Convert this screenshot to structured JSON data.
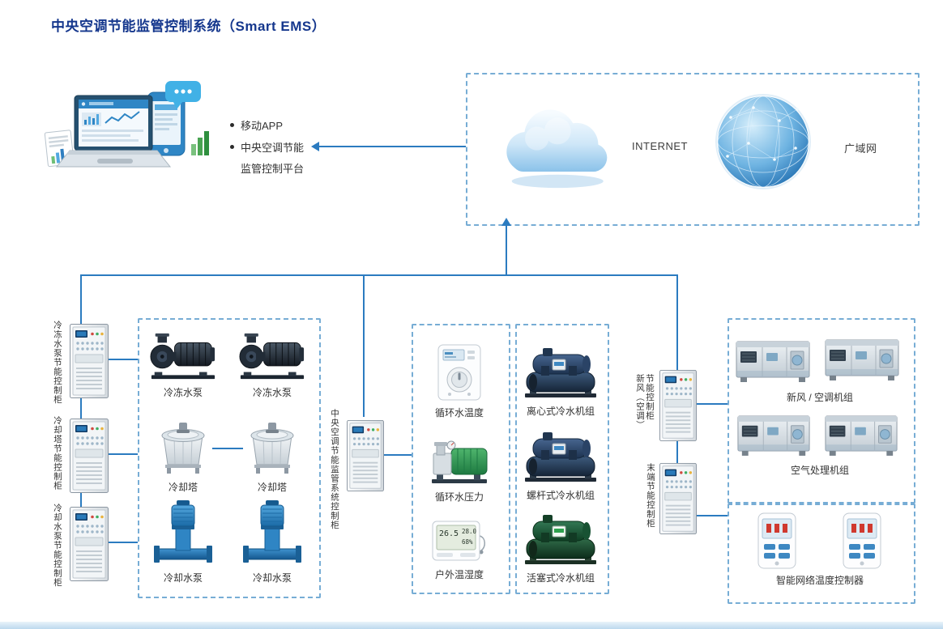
{
  "page": {
    "title": "中央空调节能监管控制系统（Smart EMS）"
  },
  "colors": {
    "line": "#2b7bc0",
    "title": "#15378d",
    "dashed_border": "#77add5"
  },
  "platform": {
    "bullet_1": "移动APP",
    "bullet_2": "中央空调节能监管控制平台"
  },
  "network": {
    "internet": "INTERNET",
    "wan": "广域网"
  },
  "cabinets": {
    "left_1": "冷冻水泵节能控制柜",
    "left_2": "冷却塔节能控制柜",
    "left_3": "冷却水泵节能控制柜",
    "center": "中央空调节能监管系统控制柜",
    "right_1": "新风（空调）节能控制柜",
    "right_2": "末端节能控制柜"
  },
  "pump_room": {
    "chilled_pump_1": "冷冻水泵",
    "chilled_pump_2": "冷冻水泵",
    "cooling_tower_1": "冷却塔",
    "cooling_tower_2": "冷却塔",
    "cooling_pump_1": "冷却水泵",
    "cooling_pump_2": "冷却水泵"
  },
  "sensors": {
    "temp": "循环水温度",
    "pressure": "循环水压力",
    "outdoor": "户外温湿度",
    "outdoor_display": {
      "temp_in": "26.5",
      "temp_out": "28.0",
      "humidity": "68%"
    }
  },
  "chillers": {
    "centrifugal": "离心式冷水机组",
    "screw": "螺杆式冷水机组",
    "piston": "活塞式冷水机组"
  },
  "air_units": {
    "fresh_air": "新风 / 空调机组",
    "air_handling": "空气处理机组",
    "thermostat": "智能网络温度控制器"
  }
}
